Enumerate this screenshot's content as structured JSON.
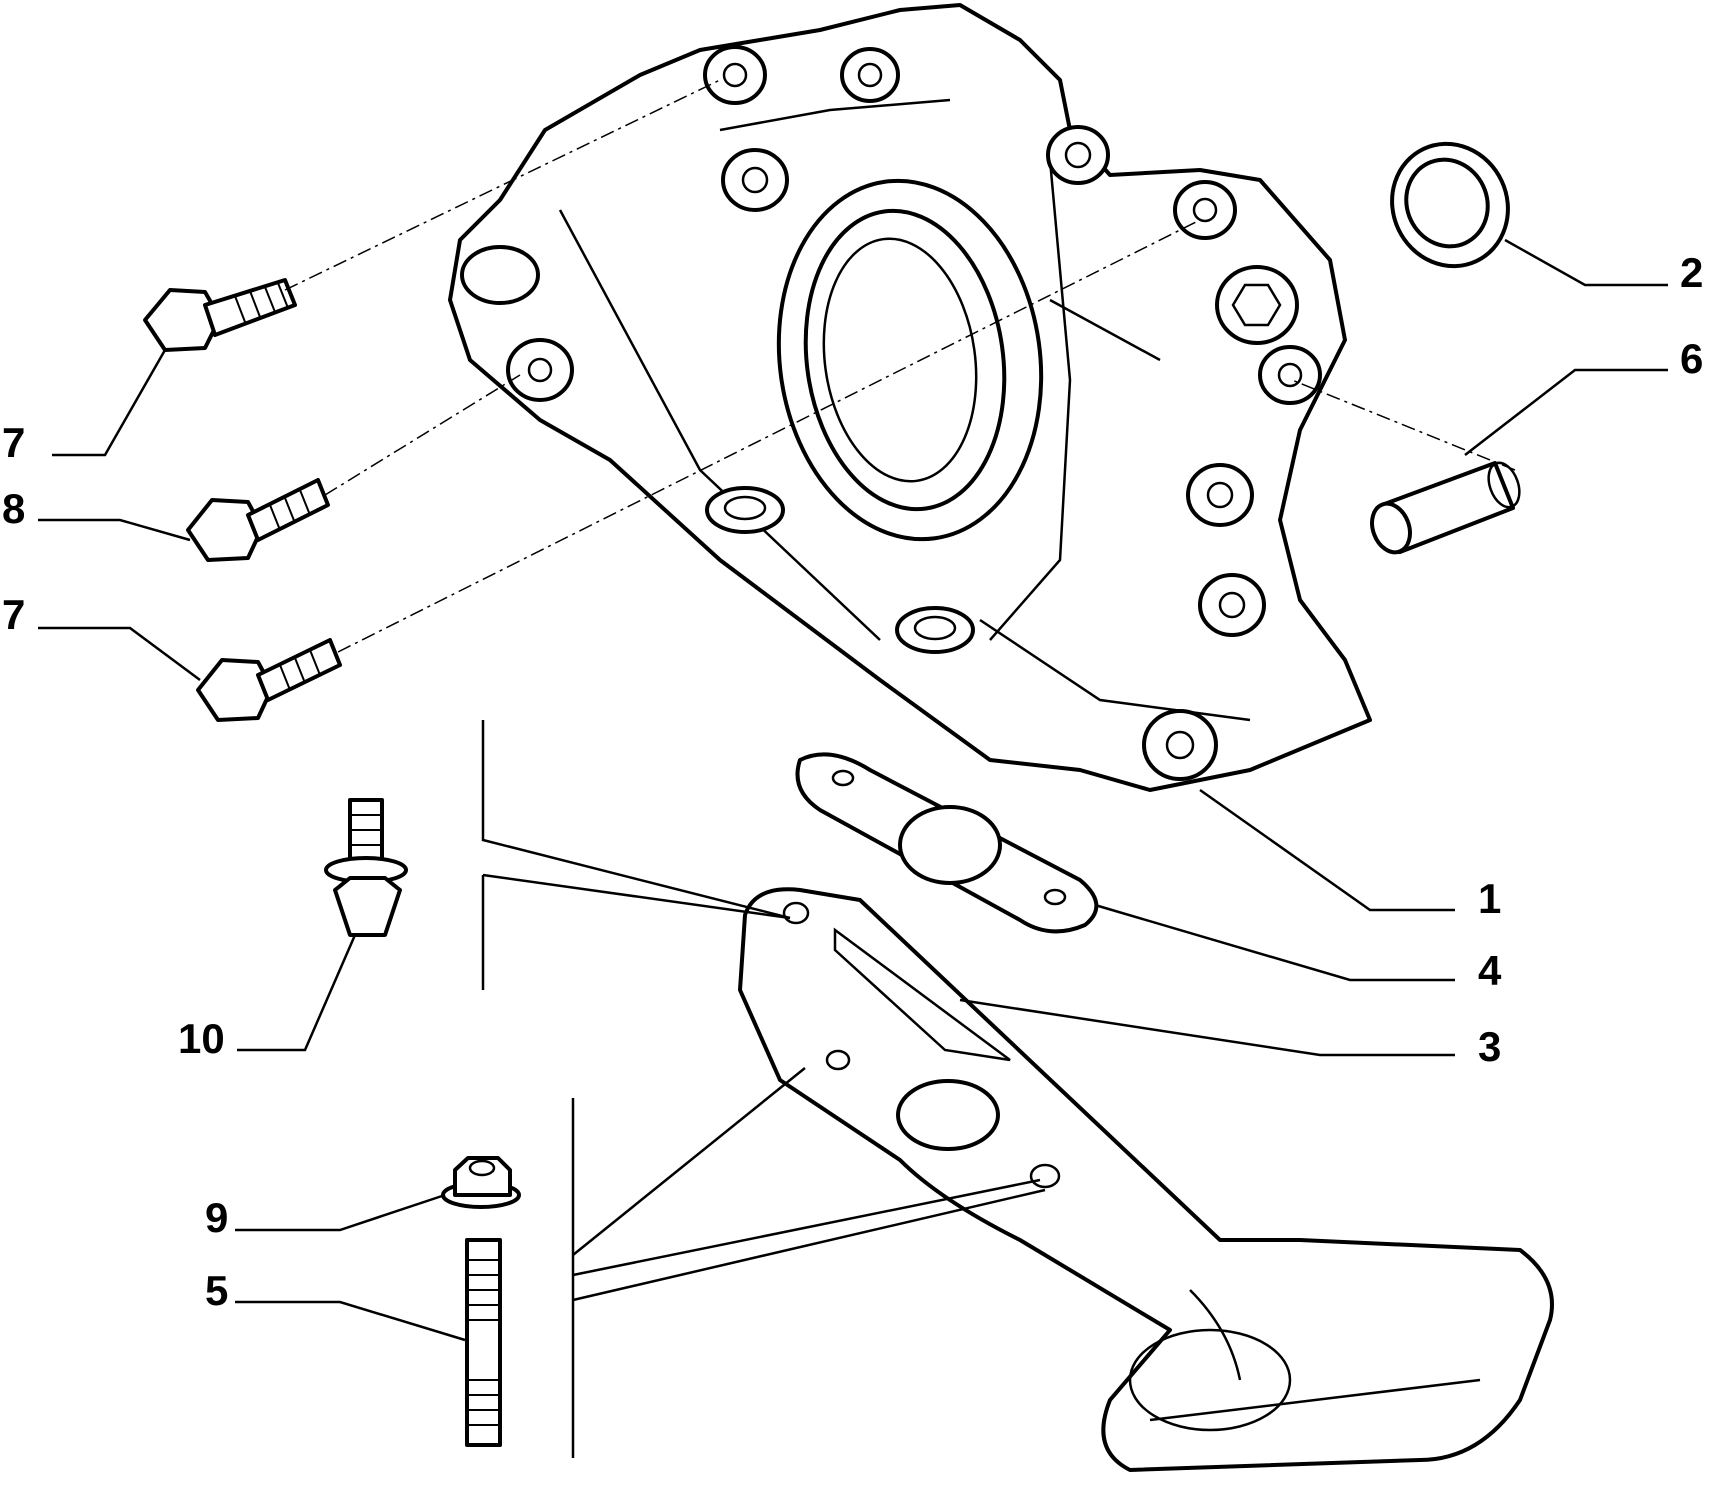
{
  "callouts": {
    "c1": "1",
    "c2": "2",
    "c3": "3",
    "c4": "4",
    "c5": "5",
    "c6": "6",
    "c7_top": "7",
    "c7_bottom": "7",
    "c8": "8",
    "c9": "9",
    "c10": "10"
  },
  "parts": [
    {
      "id": "1",
      "icon": "oil-pump-housing-icon"
    },
    {
      "id": "2",
      "icon": "seal-ring-icon"
    },
    {
      "id": "3",
      "icon": "strainer-pickup-icon"
    },
    {
      "id": "4",
      "icon": "gasket-icon"
    },
    {
      "id": "5",
      "icon": "stud-icon"
    },
    {
      "id": "6",
      "icon": "dowel-pin-icon"
    },
    {
      "id": "7",
      "icon": "flange-bolt-icon"
    },
    {
      "id": "8",
      "icon": "flange-bolt-icon"
    },
    {
      "id": "9",
      "icon": "flange-nut-icon"
    },
    {
      "id": "10",
      "icon": "bolt-washer-nut-icon"
    }
  ]
}
